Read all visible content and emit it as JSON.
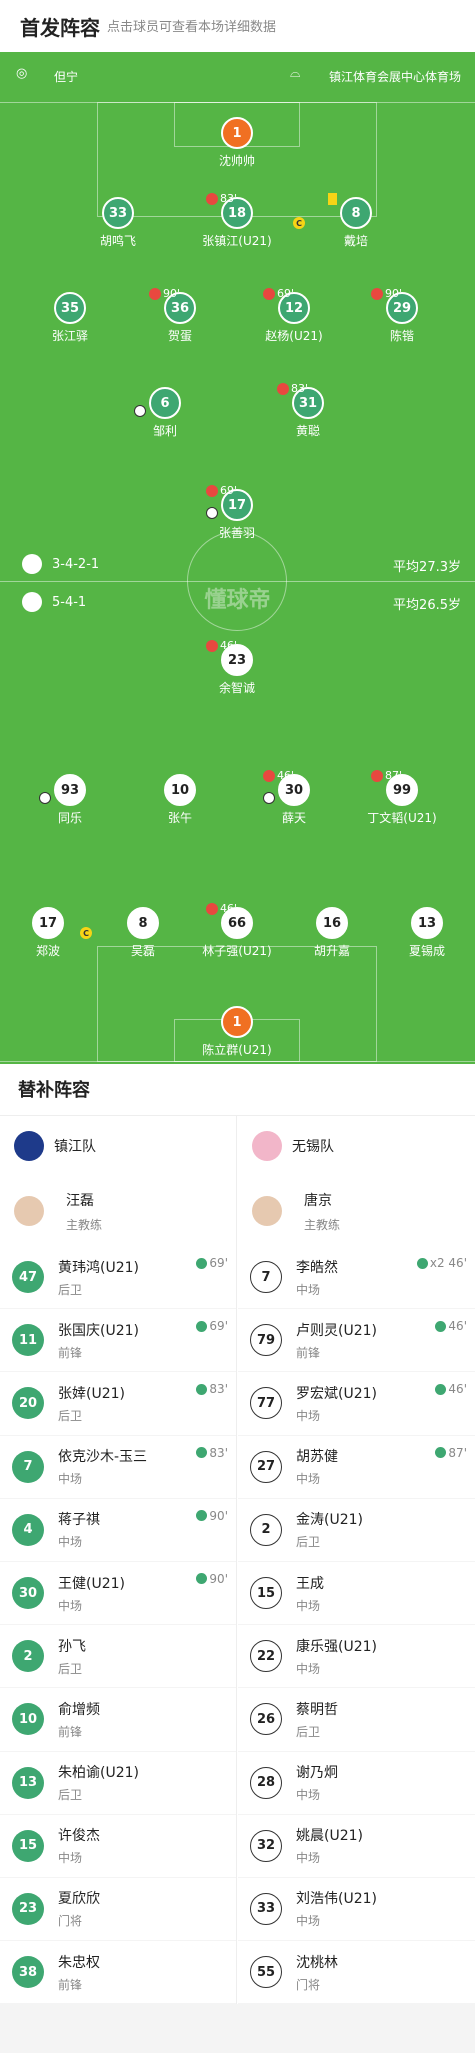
{
  "header": {
    "title": "首发阵容",
    "subtitle": "点击球员可查看本场详细数据"
  },
  "pitch": {
    "referee": "但宁",
    "venue": "镇江体育会展中心体育场",
    "home_formation": "3-4-2-1",
    "home_avg_age": "平均27.3岁",
    "away_formation": "5-4-1",
    "away_avg_age": "平均26.5岁",
    "watermark": "懂球帝"
  },
  "home_players": [
    {
      "num": "1",
      "name": "沈帅帅",
      "style": "gk"
    },
    {
      "num": "33",
      "name": "胡鸣飞",
      "style": "gr"
    },
    {
      "num": "18",
      "name": "张镇江(U21)",
      "style": "gr",
      "sub": "83'"
    },
    {
      "num": "8",
      "name": "戴培",
      "style": "gr",
      "yellow": true,
      "captain": true
    },
    {
      "num": "35",
      "name": "张江驿",
      "style": "gr"
    },
    {
      "num": "36",
      "name": "贺蛋",
      "style": "gr",
      "sub": "90'"
    },
    {
      "num": "12",
      "name": "赵杨(U21)",
      "style": "gr",
      "sub": "69'"
    },
    {
      "num": "29",
      "name": "陈锴",
      "style": "gr",
      "sub": "90'"
    },
    {
      "num": "6",
      "name": "邹利",
      "style": "gr",
      "ball": true
    },
    {
      "num": "31",
      "name": "黄聪",
      "style": "gr",
      "sub": "83'"
    },
    {
      "num": "17",
      "name": "张善羽",
      "style": "gr",
      "sub": "69'",
      "ball": true
    }
  ],
  "away_players": [
    {
      "num": "23",
      "name": "余智诚",
      "style": "wh",
      "sub": "46'"
    },
    {
      "num": "93",
      "name": "同乐",
      "style": "wh",
      "ball": true
    },
    {
      "num": "10",
      "name": "张午",
      "style": "wh"
    },
    {
      "num": "30",
      "name": "薛天",
      "style": "wh",
      "sub": "46'",
      "ball": true
    },
    {
      "num": "99",
      "name": "丁文韬(U21)",
      "style": "wh",
      "sub": "87'"
    },
    {
      "num": "17",
      "name": "郑波",
      "style": "wh"
    },
    {
      "num": "8",
      "name": "吴磊",
      "style": "wh",
      "captain": true
    },
    {
      "num": "66",
      "name": "林子强(U21)",
      "style": "wh",
      "sub": "46'"
    },
    {
      "num": "16",
      "name": "胡升嘉",
      "style": "wh"
    },
    {
      "num": "13",
      "name": "夏锡成",
      "style": "wh"
    },
    {
      "num": "1",
      "name": "陈立群(U21)",
      "style": "gk"
    }
  ],
  "subs": {
    "title": "替补阵容",
    "home": {
      "team": "镇江队",
      "coach": {
        "name": "汪磊",
        "role": "主教练"
      },
      "players": [
        {
          "num": "47",
          "name": "黄玮鸿(U21)",
          "pos": "后卫",
          "ev": "69'"
        },
        {
          "num": "11",
          "name": "张国庆(U21)",
          "pos": "前锋",
          "ev": "69'"
        },
        {
          "num": "20",
          "name": "张婞(U21)",
          "pos": "后卫",
          "ev": "83'"
        },
        {
          "num": "7",
          "name": "依克沙木-玉三",
          "pos": "中场",
          "ev": "83'"
        },
        {
          "num": "4",
          "name": "蒋子祺",
          "pos": "中场",
          "ev": "90'"
        },
        {
          "num": "30",
          "name": "王健(U21)",
          "pos": "中场",
          "ev": "90'"
        },
        {
          "num": "2",
          "name": "孙飞",
          "pos": "后卫",
          "ev": ""
        },
        {
          "num": "10",
          "name": "俞增频",
          "pos": "前锋",
          "ev": ""
        },
        {
          "num": "13",
          "name": "朱柏谕(U21)",
          "pos": "后卫",
          "ev": ""
        },
        {
          "num": "15",
          "name": "许俊杰",
          "pos": "中场",
          "ev": ""
        },
        {
          "num": "23",
          "name": "夏欣欣",
          "pos": "门将",
          "ev": ""
        },
        {
          "num": "38",
          "name": "朱忠权",
          "pos": "前锋",
          "ev": ""
        }
      ]
    },
    "away": {
      "team": "无锡队",
      "coach": {
        "name": "唐京",
        "role": "主教练"
      },
      "players": [
        {
          "num": "7",
          "name": "李皓然",
          "pos": "中场",
          "ev": "x2 46'"
        },
        {
          "num": "79",
          "name": "卢则灵(U21)",
          "pos": "前锋",
          "ev": "46'"
        },
        {
          "num": "77",
          "name": "罗宏斌(U21)",
          "pos": "中场",
          "ev": "46'"
        },
        {
          "num": "27",
          "name": "胡苏健",
          "pos": "中场",
          "ev": "87'"
        },
        {
          "num": "2",
          "name": "金涛(U21)",
          "pos": "后卫",
          "ev": ""
        },
        {
          "num": "15",
          "name": "王成",
          "pos": "中场",
          "ev": ""
        },
        {
          "num": "22",
          "name": "康乐强(U21)",
          "pos": "中场",
          "ev": ""
        },
        {
          "num": "26",
          "name": "蔡明哲",
          "pos": "后卫",
          "ev": ""
        },
        {
          "num": "28",
          "name": "谢乃炯",
          "pos": "中场",
          "ev": ""
        },
        {
          "num": "32",
          "name": "姚晨(U21)",
          "pos": "中场",
          "ev": ""
        },
        {
          "num": "33",
          "name": "刘浩伟(U21)",
          "pos": "中场",
          "ev": ""
        },
        {
          "num": "55",
          "name": "沈桃林",
          "pos": "门将",
          "ev": ""
        }
      ]
    }
  }
}
